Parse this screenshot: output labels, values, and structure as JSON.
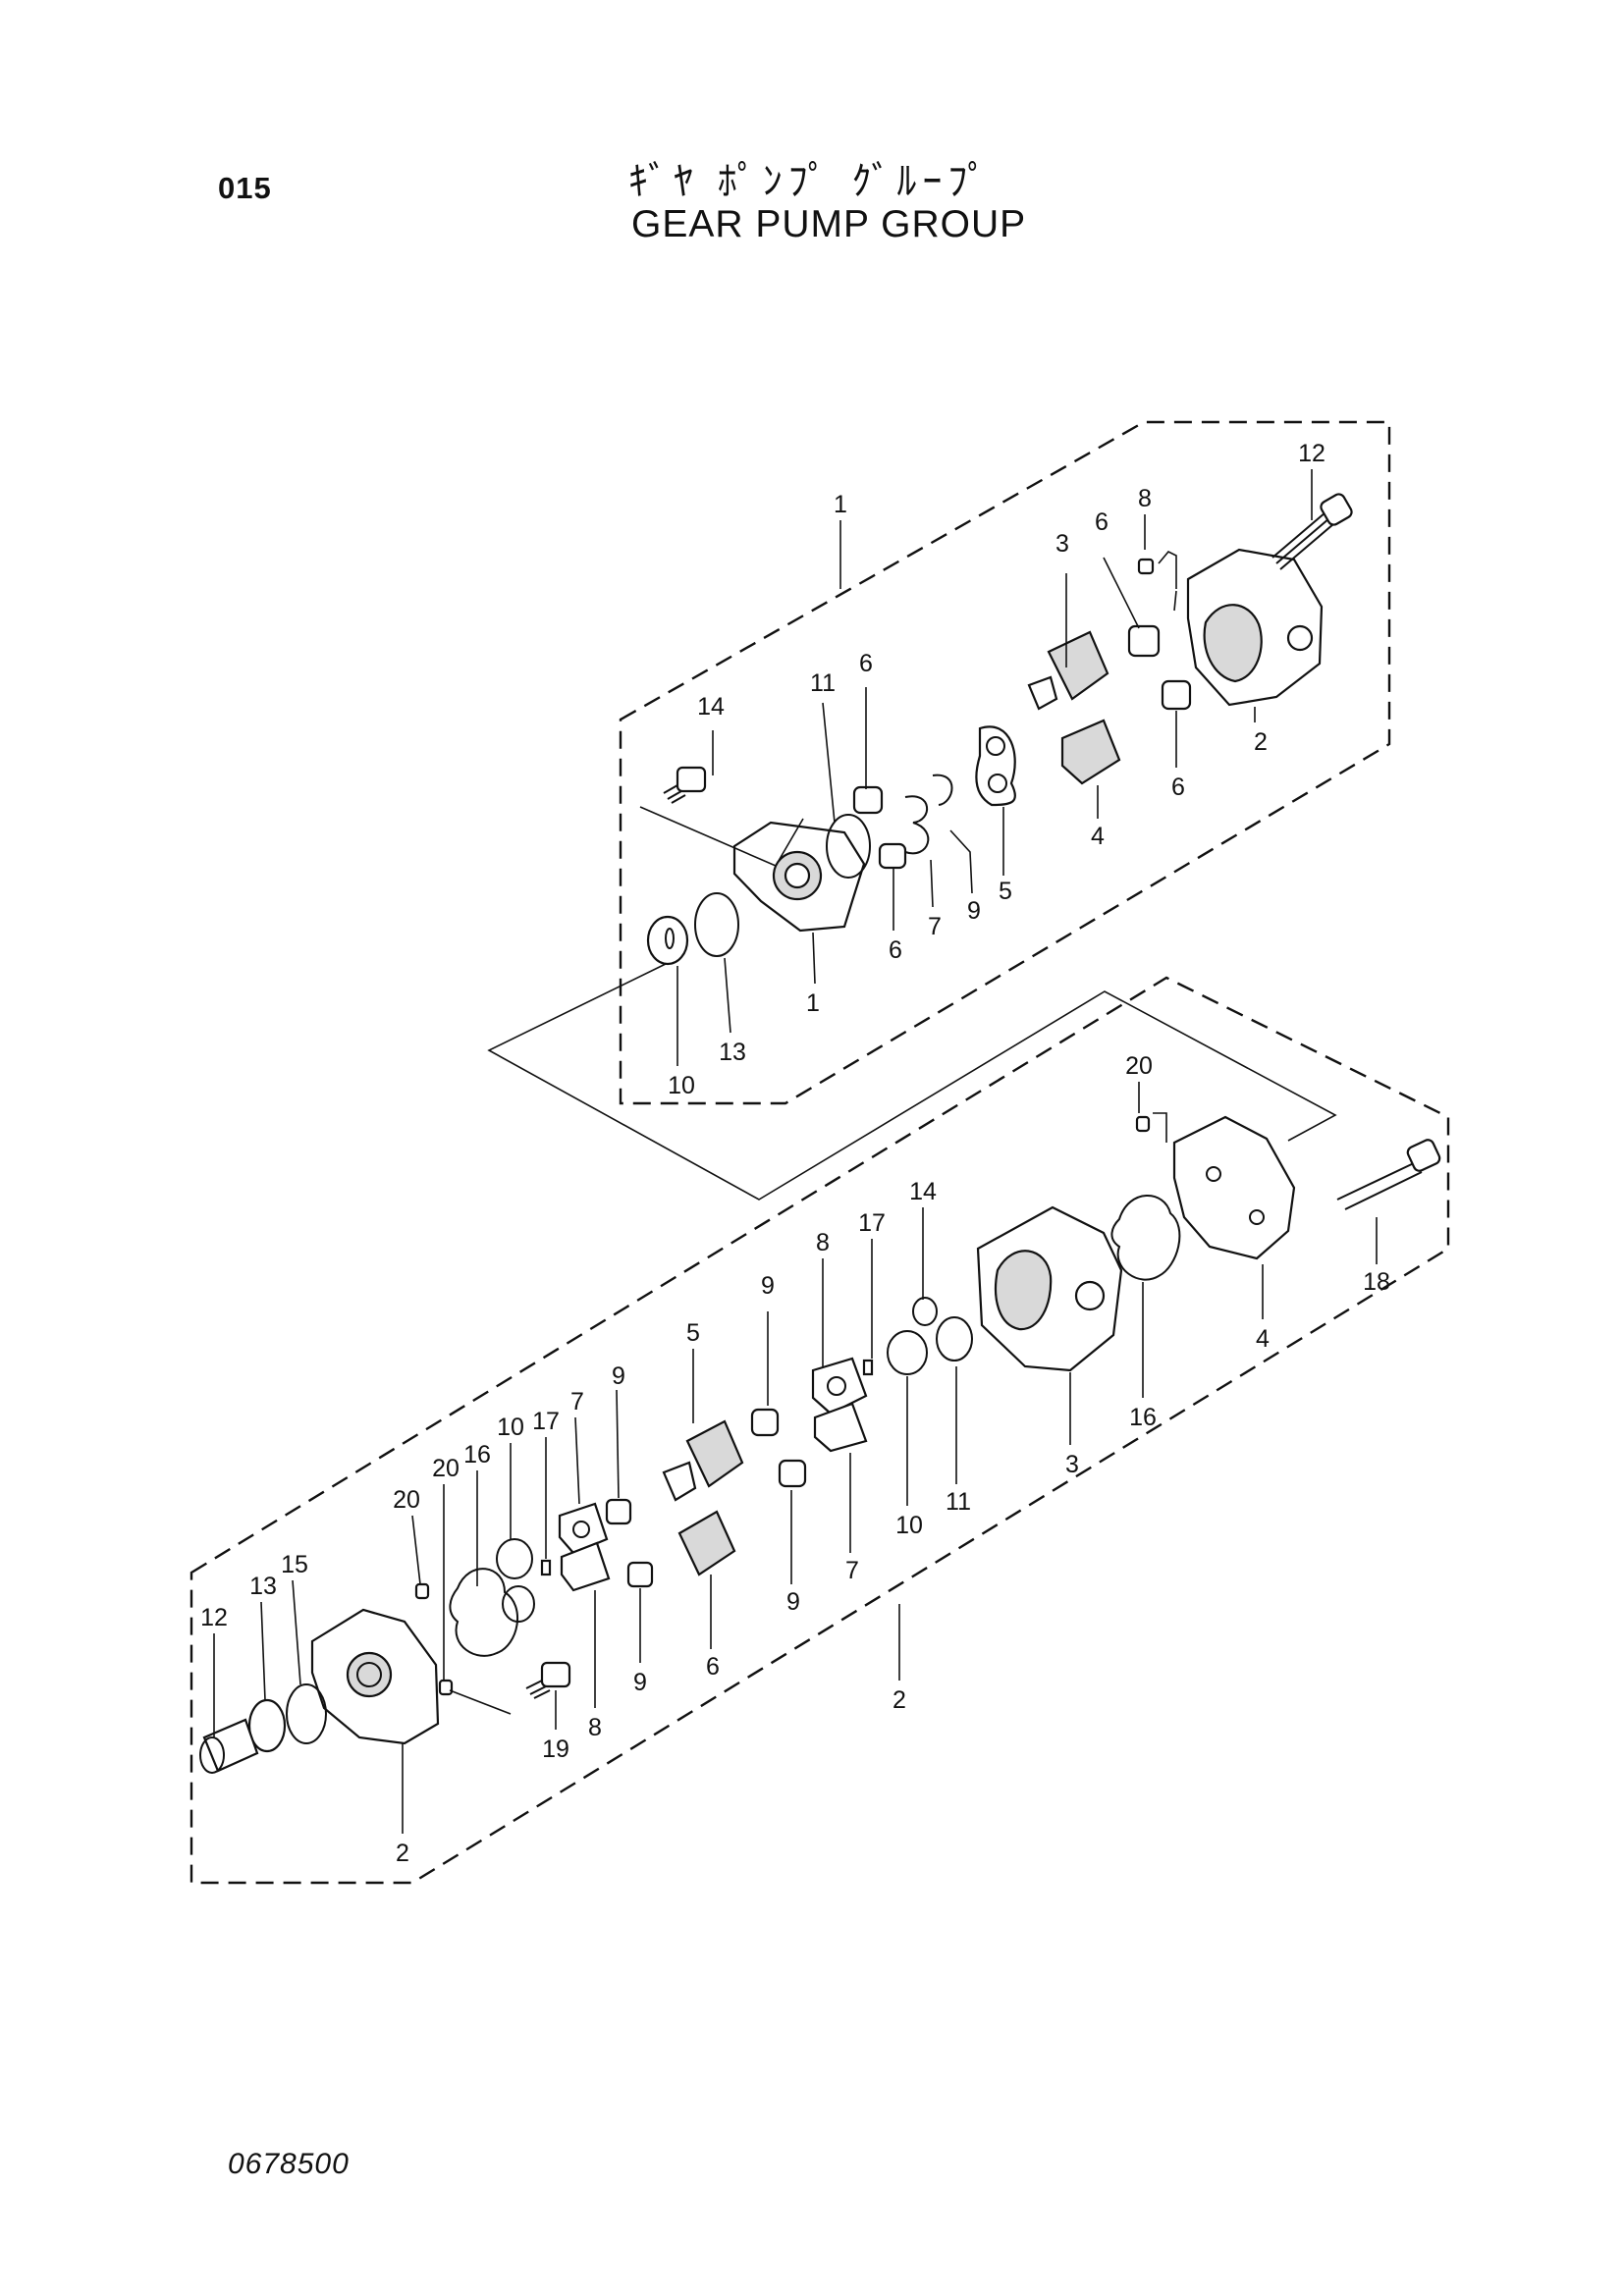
{
  "header": {
    "page_number": "015",
    "title_jp": "ｷﾞﾔ ﾎﾟﾝﾌﾟ ｸﾞﾙｰﾌﾟ",
    "title_en": "GEAR PUMP GROUP"
  },
  "footer": {
    "drawing_number": "0678500"
  },
  "upper_assembly": {
    "callouts": [
      "1",
      "12",
      "8",
      "6",
      "3",
      "2",
      "6",
      "14",
      "11",
      "6",
      "5",
      "4",
      "7",
      "9",
      "6",
      "1",
      "13",
      "10"
    ]
  },
  "lower_assembly": {
    "callouts": [
      "20",
      "18",
      "4",
      "16",
      "3",
      "14",
      "17",
      "8",
      "9",
      "5",
      "11",
      "10",
      "7",
      "9",
      "7",
      "9",
      "10",
      "17",
      "16",
      "20",
      "20",
      "15",
      "13",
      "12",
      "6",
      "9",
      "8",
      "19",
      "2",
      "2"
    ]
  }
}
